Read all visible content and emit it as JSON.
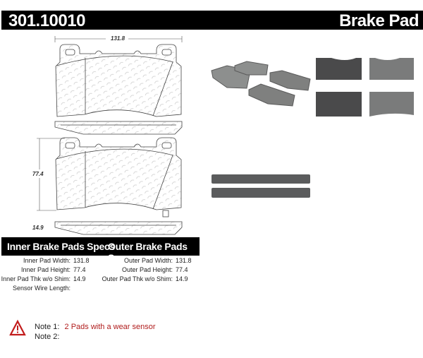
{
  "header": {
    "part_number": "301.10010",
    "product_type": "Brake Pad"
  },
  "drawing": {
    "width_dim": "131.8",
    "height_dim": "77.4",
    "thickness_dim": "14.9"
  },
  "specs": {
    "inner_title": "Inner Brake Pads Specs",
    "outer_title": "Outer Brake Pads Specs",
    "inner": [
      {
        "label": "Inner Pad Width:",
        "value": "131.8"
      },
      {
        "label": "Inner Pad Height:",
        "value": "77.4"
      },
      {
        "label": "Inner Pad Thk w/o Shim:",
        "value": "14.9"
      },
      {
        "label": "Sensor Wire Length:",
        "value": ""
      }
    ],
    "outer": [
      {
        "label": "Outer Pad Width:",
        "value": "131.8"
      },
      {
        "label": "Outer Pad Height:",
        "value": "77.4"
      },
      {
        "label": "Outer Pad Thk w/o Shim:",
        "value": "14.9"
      }
    ]
  },
  "notes": [
    {
      "label": "Note 1:",
      "text": "2 Pads with a wear sensor"
    },
    {
      "label": "Note 2:",
      "text": ""
    }
  ],
  "colors": {
    "note_text": "#b01c1c",
    "header_bg": "#000000"
  },
  "icons": {
    "warning": "warning-triangle-icon"
  }
}
